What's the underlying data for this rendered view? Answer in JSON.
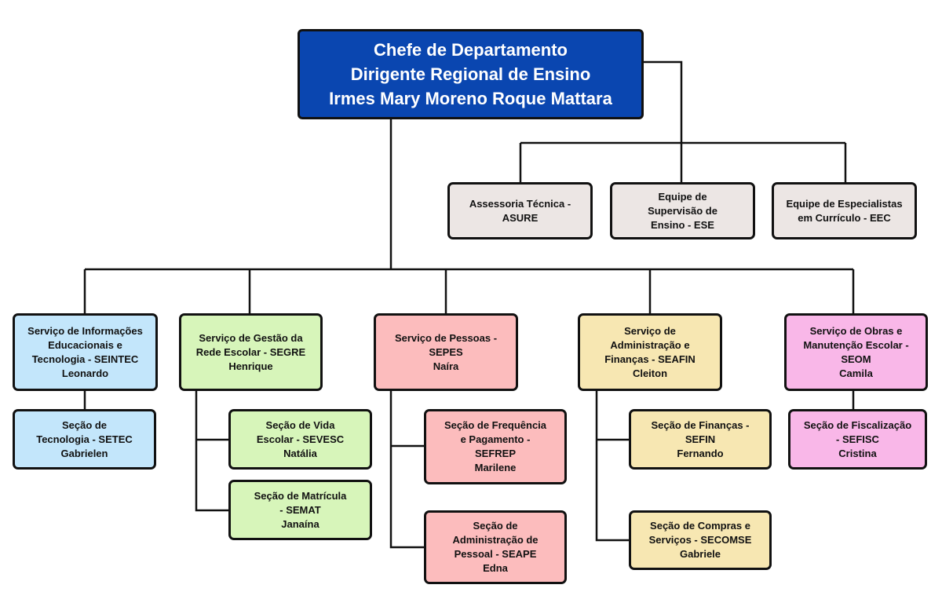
{
  "colors": {
    "head": "#0a46b0",
    "advisory": "#ece6e4",
    "seintec": "#c3e6fb",
    "segre": "#d7f5ba",
    "sepes": "#fcbcbd",
    "seafin": "#f7e7b2",
    "seom": "#f9b7e8",
    "lines": "#111111"
  },
  "head": {
    "lines": [
      "Chefe de Departamento",
      "Dirigente Regional de Ensino",
      "Irmes Mary Moreno Roque Mattara"
    ]
  },
  "advisory": [
    {
      "lines": [
        "Assessoria Técnica -",
        "ASURE"
      ]
    },
    {
      "lines": [
        "Equipe de",
        "Supervisão de",
        "Ensino - ESE"
      ]
    },
    {
      "lines": [
        "Equipe de Especialistas",
        "em Currículo - EEC"
      ]
    }
  ],
  "services": [
    {
      "lines": [
        "Serviço de Informações",
        "Educacionais e",
        "Tecnologia - SEINTEC",
        "Leonardo"
      ],
      "sections": [
        {
          "lines": [
            "Seção de",
            "Tecnologia - SETEC",
            "Gabrielen"
          ]
        }
      ]
    },
    {
      "lines": [
        "Serviço de Gestão da",
        "Rede Escolar - SEGRE",
        "Henrique"
      ],
      "sections": [
        {
          "lines": [
            "Seção de Vida",
            "Escolar - SEVESC",
            "Natália"
          ]
        },
        {
          "lines": [
            "Seção de Matrícula",
            "- SEMAT",
            "Janaína"
          ]
        }
      ]
    },
    {
      "lines": [
        "Serviço de Pessoas -",
        "SEPES",
        "Naíra"
      ],
      "sections": [
        {
          "lines": [
            "Seção de Frequência",
            "e Pagamento -",
            "SEFREP",
            "Marilene"
          ]
        },
        {
          "lines": [
            "Seção de",
            "Administração de",
            "Pessoal - SEAPE",
            "Edna"
          ]
        }
      ]
    },
    {
      "lines": [
        "Serviço de",
        "Administração e",
        "Finanças - SEAFIN",
        "Cleiton"
      ],
      "sections": [
        {
          "lines": [
            "Seção de Finanças -",
            "SEFIN",
            "Fernando"
          ]
        },
        {
          "lines": [
            "Seção de Compras e",
            "Serviços - SECOMSE",
            "Gabriele"
          ]
        }
      ]
    },
    {
      "lines": [
        "Serviço de Obras e",
        "Manutenção Escolar -",
        "SEOM",
        "Camila"
      ],
      "sections": [
        {
          "lines": [
            "Seção de Fiscalização",
            "- SEFISC",
            "Cristina"
          ]
        }
      ]
    }
  ]
}
